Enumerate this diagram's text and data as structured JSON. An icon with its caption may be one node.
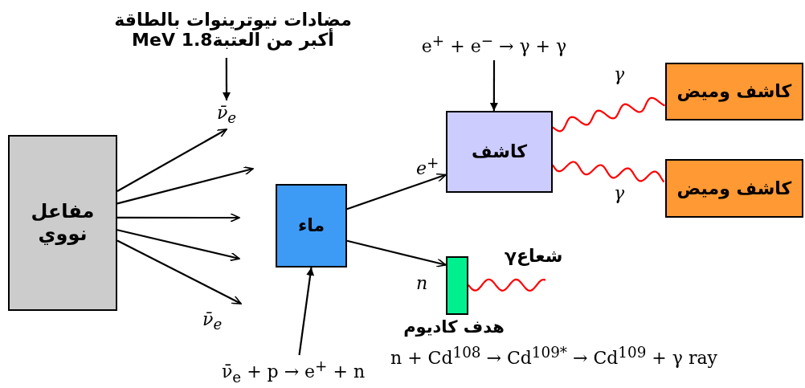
{
  "diagram": {
    "nodes": [
      {
        "text": [
          "مفاعل نووي"
        ]
      },
      {
        "text": [
          "مضادات نيوترينوات بالطاقة أكبر من العتبة1.8 MeV"
        ]
      },
      {
        "text": [
          "ν̄$_{e}$"
        ]
      },
      {
        "text": [
          "ماء"
        ]
      },
      {
        "text": [
          "ν̄$_{e}$ + p → e$^{+}$ + n"
        ]
      },
      {
        "text": [
          "e$^{+}$ + e$^{−}$ → γ + γ"
        ]
      },
      {
        "text": [
          "كاشف"
        ]
      },
      {
        "text": [
          "هدف كاديوم"
        ]
      },
      {
        "text": [
          "كاشف وميض"
        ]
      },
      {
        "text": [
          "كاشف وميض"
        ]
      }
    ],
    "edges": [
      {
        "from": 0,
        "to": 2,
        "arrow": "to"
      },
      {
        "from": 0,
        "to": null,
        "arrow": "to"
      },
      {
        "from": 0,
        "to": null,
        "arrow": "to"
      },
      {
        "from": 0,
        "to": null,
        "arrow": "to"
      },
      {
        "from": 0,
        "to": null,
        "arrow": "to"
      },
      {
        "from": 1,
        "to": 2,
        "arrow": "to"
      },
      {
        "from": 4,
        "to": 3,
        "arrow": "to"
      },
      {
        "from": 5,
        "to": 6,
        "arrow": "to"
      },
      {
        "from": 3,
        "to": 6,
        "arrow": "to",
        "label": "e$^{+}$"
      },
      {
        "from": 3,
        "to": 7,
        "arrow": "to",
        "label": "n"
      },
      {
        "from": 6,
        "to": 8,
        "arrow": "none",
        "color": "#ff0000",
        "label": "γ"
      },
      {
        "from": 6,
        "to": 9,
        "arrow": "none",
        "color": "#ff0000",
        "label": "γ"
      },
      {
        "from": 7,
        "to": null,
        "arrow": "none",
        "color": "#ff0000",
        "label": "شعاعγ"
      }
    ],
    "labels": [
      "ν̄$_{e}$",
      "n + Cd$^{108}$ → Cd$^{109*}$ → Cd$^{109}$ + γ ray"
    ]
  }
}
